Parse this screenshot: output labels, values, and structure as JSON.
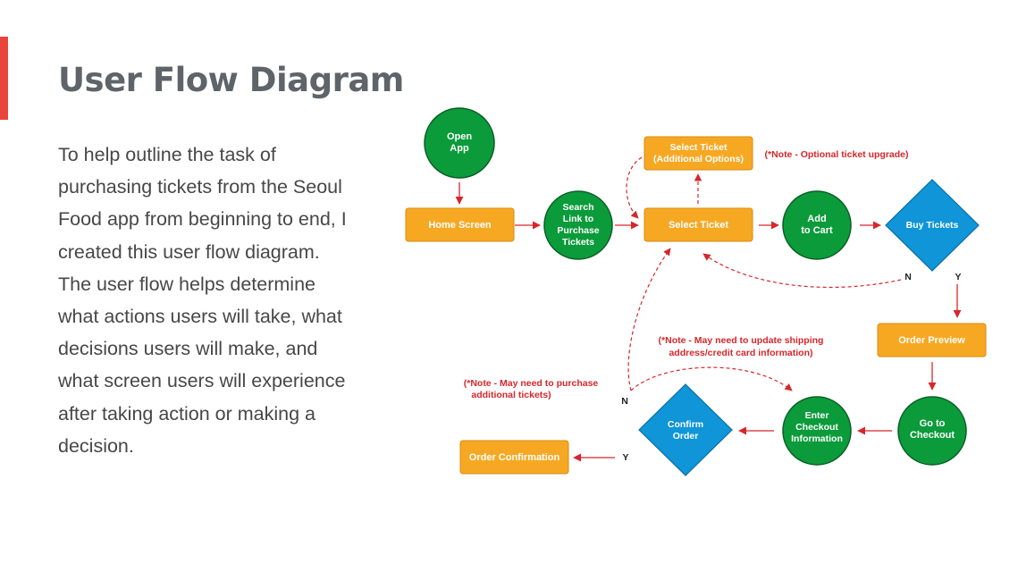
{
  "slide": {
    "title": "User Flow Diagram",
    "description": "To help outline the task of purchasing tickets from the Seoul Food app from beginning to end, I created this user flow diagram. The user flow helps determine what actions users will take, what decisions users will make, and what screen users will experience after taking action or making a decision.",
    "accent_color": "#e8453c"
  },
  "diagram": {
    "colors": {
      "screen": "#f7a823",
      "action": "#0b9b3a",
      "decision": "#0f95d8",
      "arrow": "#d7262b"
    },
    "nodes": {
      "open_app": [
        "Open",
        "App"
      ],
      "home_screen": [
        "Home Screen"
      ],
      "search_link": [
        "Search",
        "Link to",
        "Purchase",
        "Tickets"
      ],
      "select_ticket_options": [
        "Select Ticket",
        "(Additional Options)"
      ],
      "select_ticket": [
        "Select Ticket"
      ],
      "add_to_cart": [
        "Add",
        "to Cart"
      ],
      "buy_tickets": [
        "Buy Tickets"
      ],
      "order_preview": [
        "Order Preview"
      ],
      "go_to_checkout": [
        "Go to",
        "Checkout"
      ],
      "enter_checkout": [
        "Enter",
        "Checkout",
        "Information"
      ],
      "confirm_order": [
        "Confirm",
        "Order"
      ],
      "order_confirmation": [
        "Order Confirmation"
      ]
    },
    "notes": {
      "optional_upgrade": [
        "(*Note - Optional ticket upgrade)"
      ],
      "update_shipping": [
        "(*Note - May need to update shipping",
        "address/credit card information)"
      ],
      "purchase_additional": [
        "(*Note - May need to purchase",
        "additional tickets)"
      ]
    },
    "decision_labels": {
      "buy_no": "N",
      "buy_yes": "Y",
      "confirm_no": "N",
      "confirm_yes": "Y"
    }
  }
}
